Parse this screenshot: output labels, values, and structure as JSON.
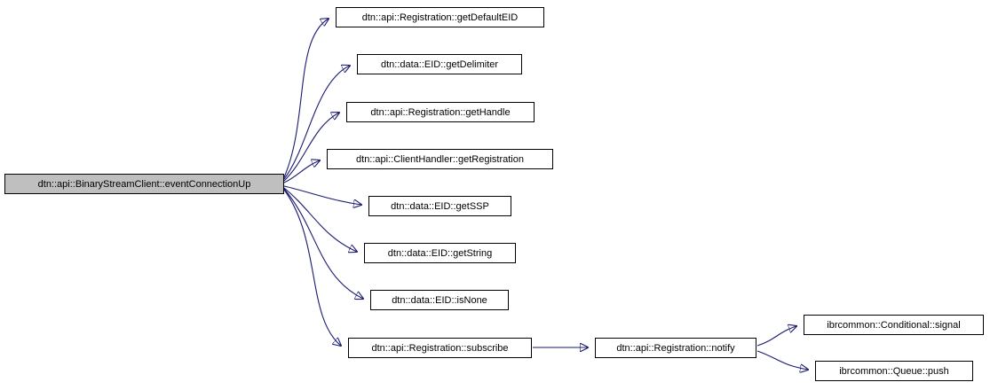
{
  "diagram": {
    "type": "call-graph",
    "colors": {
      "edge": "#191970",
      "node_border": "#000000",
      "node_fill": "#ffffff",
      "root_fill": "#bfbfbf"
    },
    "nodes": [
      {
        "id": "eventConnectionUp",
        "label": "dtn::api::BinaryStreamClient::eventConnectionUp",
        "role": "root"
      },
      {
        "id": "getDefaultEID",
        "label": "dtn::api::Registration::getDefaultEID"
      },
      {
        "id": "getDelimiter",
        "label": "dtn::data::EID::getDelimiter"
      },
      {
        "id": "getHandle",
        "label": "dtn::api::Registration::getHandle"
      },
      {
        "id": "getRegistration",
        "label": "dtn::api::ClientHandler::getRegistration"
      },
      {
        "id": "getSSP",
        "label": "dtn::data::EID::getSSP"
      },
      {
        "id": "getString",
        "label": "dtn::data::EID::getString"
      },
      {
        "id": "isNone",
        "label": "dtn::data::EID::isNone"
      },
      {
        "id": "subscribe",
        "label": "dtn::api::Registration::subscribe"
      },
      {
        "id": "notify",
        "label": "dtn::api::Registration::notify"
      },
      {
        "id": "signal",
        "label": "ibrcommon::Conditional::signal"
      },
      {
        "id": "push",
        "label": "ibrcommon::Queue::push"
      }
    ],
    "edges": [
      {
        "from": "eventConnectionUp",
        "to": "getDefaultEID"
      },
      {
        "from": "eventConnectionUp",
        "to": "getDelimiter"
      },
      {
        "from": "eventConnectionUp",
        "to": "getHandle"
      },
      {
        "from": "eventConnectionUp",
        "to": "getRegistration"
      },
      {
        "from": "eventConnectionUp",
        "to": "getSSP"
      },
      {
        "from": "eventConnectionUp",
        "to": "getString"
      },
      {
        "from": "eventConnectionUp",
        "to": "isNone"
      },
      {
        "from": "eventConnectionUp",
        "to": "subscribe"
      },
      {
        "from": "subscribe",
        "to": "notify"
      },
      {
        "from": "notify",
        "to": "signal"
      },
      {
        "from": "notify",
        "to": "push"
      }
    ]
  }
}
